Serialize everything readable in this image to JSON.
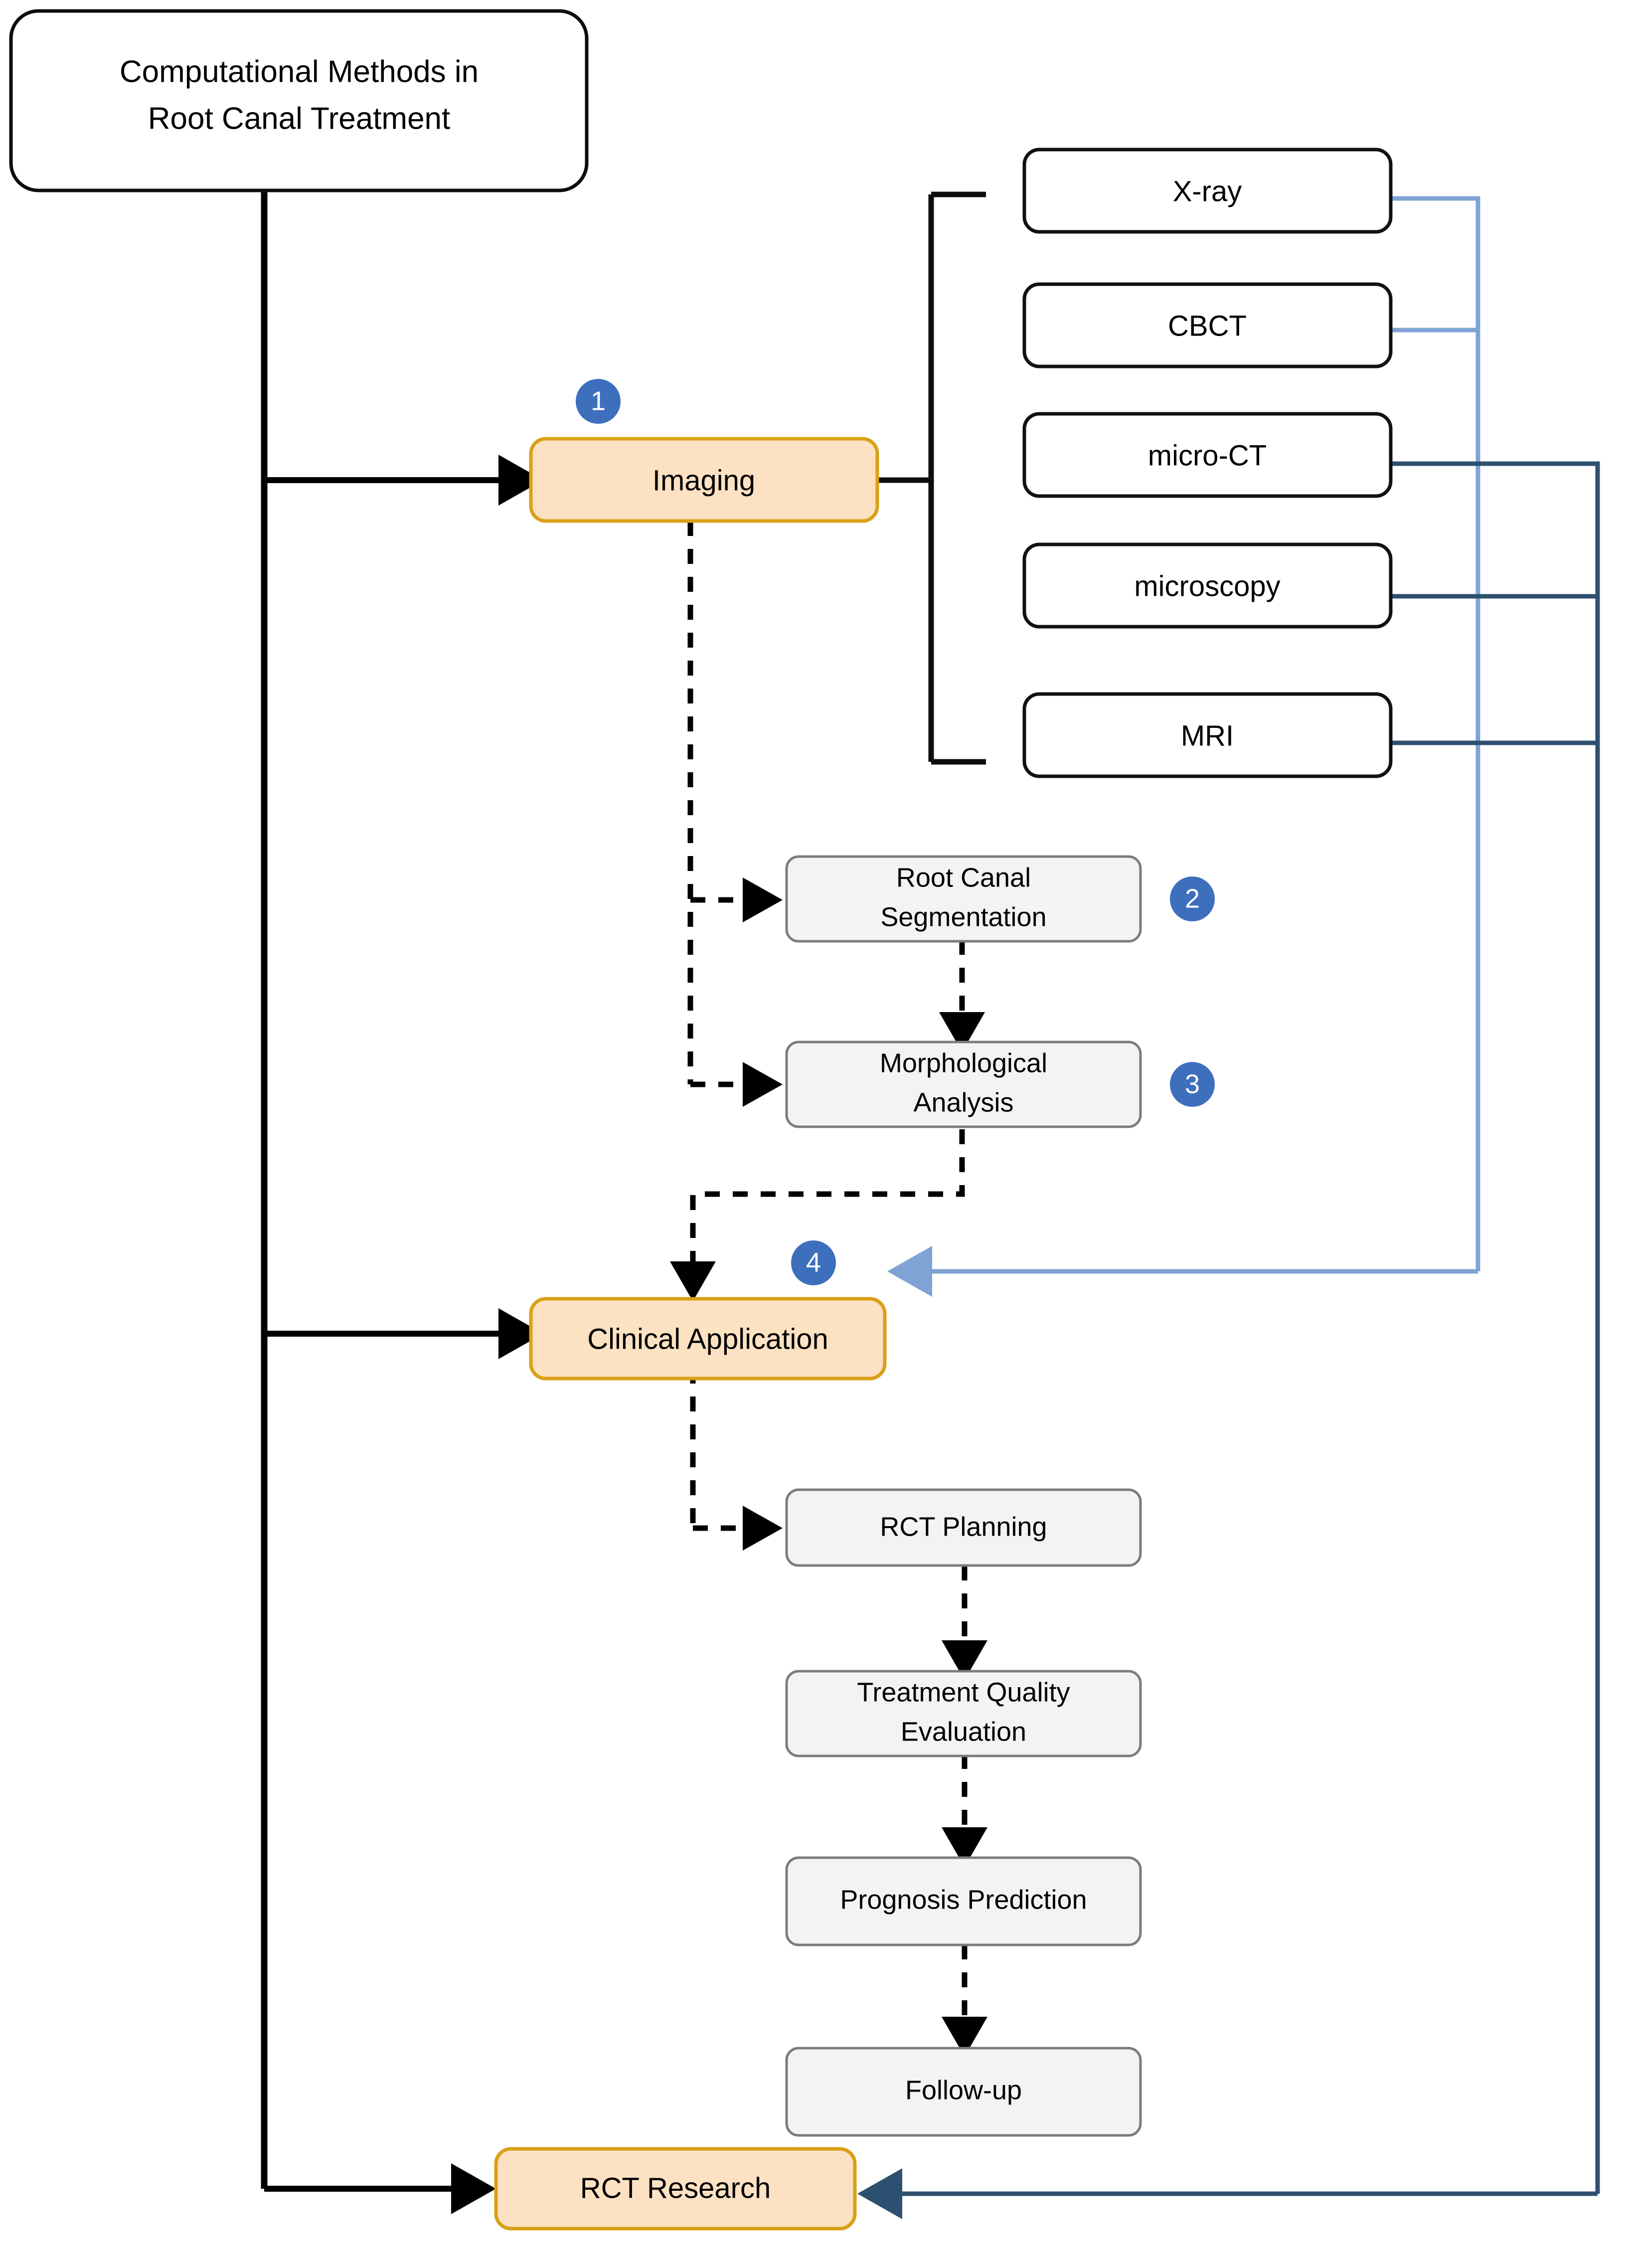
{
  "diagram": {
    "title": "Computational Methods in Root Canal Treatment",
    "type": "flowchart",
    "colors": {
      "accent_fill": "#FCE1C2",
      "accent_stroke": "#D9A016",
      "sub_fill": "#F3F3F3",
      "sub_stroke": "#7C7C7C",
      "badge_blue": "#3E6FBD",
      "connector_light_blue": "#7FA3D4",
      "connector_dark_blue": "#2E5070",
      "solid_black": "#000000",
      "white_fill": "#FFFFFF"
    }
  },
  "root": {
    "line1": "Computational Methods in",
    "line2": "Root Canal Treatment"
  },
  "stages": {
    "imaging": {
      "label": "Imaging",
      "badge": "1"
    },
    "clinical_application": {
      "label": "Clinical Application",
      "badge": "4"
    },
    "rct_research": {
      "label": "RCT Research"
    }
  },
  "modalities": [
    {
      "label": "X-ray"
    },
    {
      "label": "CBCT"
    },
    {
      "label": "micro-CT"
    },
    {
      "label": "microscopy"
    },
    {
      "label": "MRI"
    }
  ],
  "imaging_subprocesses": [
    {
      "label_line1": "Root Canal",
      "label_line2": "Segmentation",
      "badge": "2"
    },
    {
      "label_line1": "Morphological",
      "label_line2": "Analysis",
      "badge": "3"
    }
  ],
  "clinical_subprocesses": [
    {
      "label_line1": "RCT Planning",
      "label_line2": ""
    },
    {
      "label_line1": "Treatment Quality",
      "label_line2": "Evaluation"
    },
    {
      "label_line1": "Prognosis Prediction",
      "label_line2": ""
    },
    {
      "label_line1": "Follow-up",
      "label_line2": ""
    }
  ]
}
